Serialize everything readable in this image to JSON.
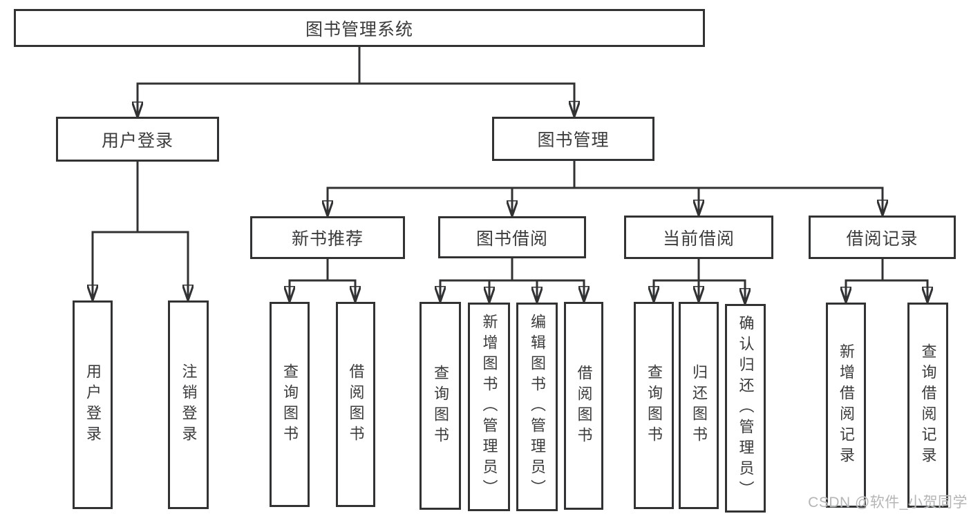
{
  "diagram": {
    "title": "图书管理系统",
    "type": "hierarchy-tree",
    "tree": {
      "label": "图书管理系统",
      "children": [
        {
          "label": "用户登录",
          "children": [
            {
              "label": "用户登录"
            },
            {
              "label": "注销登录"
            }
          ]
        },
        {
          "label": "图书管理",
          "children": [
            {
              "label": "新书推荐",
              "children": [
                {
                  "label": "查询图书"
                },
                {
                  "label": "借阅图书"
                }
              ]
            },
            {
              "label": "图书借阅",
              "children": [
                {
                  "label": "查询图书"
                },
                {
                  "label": "新增图书（管理员）"
                },
                {
                  "label": "编辑图书（管理员）"
                },
                {
                  "label": "借阅图书"
                }
              ]
            },
            {
              "label": "当前借阅",
              "children": [
                {
                  "label": "查询图书"
                },
                {
                  "label": "归还图书"
                },
                {
                  "label": "确认归还（管理员）"
                }
              ]
            },
            {
              "label": "借阅记录",
              "children": [
                {
                  "label": "新增借阅记录"
                },
                {
                  "label": "查询借阅记录"
                }
              ]
            }
          ]
        }
      ]
    }
  },
  "watermark": {
    "text": "CSDN @软件_小贺同学",
    "color": "#b5b5b5"
  },
  "colors": {
    "line": "#303234",
    "box_border": "#303234",
    "text": "#3b3b3d",
    "background": "#ffffff"
  }
}
